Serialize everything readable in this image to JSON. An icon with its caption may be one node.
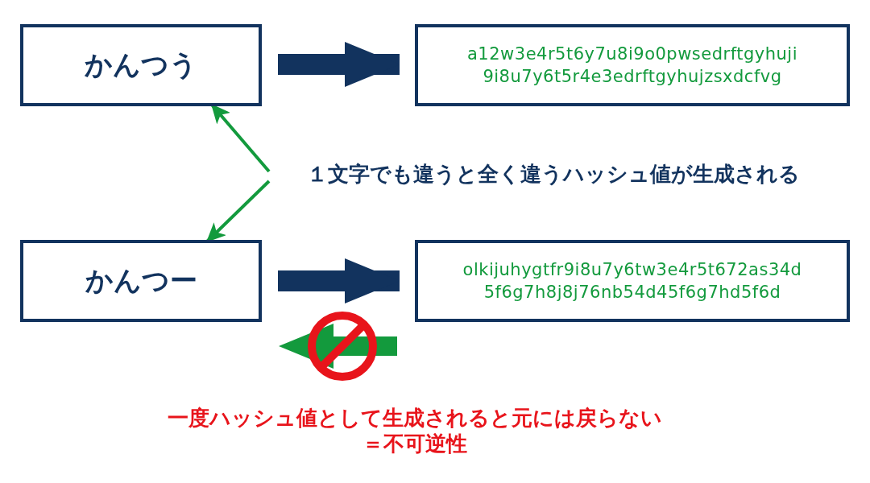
{
  "diagram": {
    "nodes": [
      {
        "text": [
          "かんつう"
        ]
      },
      {
        "text": [
          "a12w3e4r5t6y7u8i9o0pwsedrftgyhuji 9i8u7y6t5r4e3edrftgyhujzsxdcfvg"
        ]
      },
      {
        "text": [
          "１文字でも違うと全く違うハッシュ値が生成される"
        ]
      },
      {
        "text": [
          "かんつー"
        ]
      },
      {
        "text": [
          "olkijuhygtfr9i8u7y6tw3e4r5t672as34d 5f6g7h8j8j76nb54d45f6g7hd5f6d"
        ]
      }
    ],
    "edges": [
      {
        "from": 0,
        "to": 1,
        "arrow": "to",
        "style": "thick"
      },
      {
        "from": 2,
        "to": 0,
        "arrow": "to",
        "color": "#139a3d"
      },
      {
        "from": 2,
        "to": 3,
        "arrow": "to",
        "color": "#139a3d"
      },
      {
        "from": 3,
        "to": 4,
        "arrow": "to",
        "style": "thick"
      }
    ],
    "labels": [
      "一度ハッシュ値として生成されると元には戻らない",
      "＝不可逆性"
    ]
  }
}
